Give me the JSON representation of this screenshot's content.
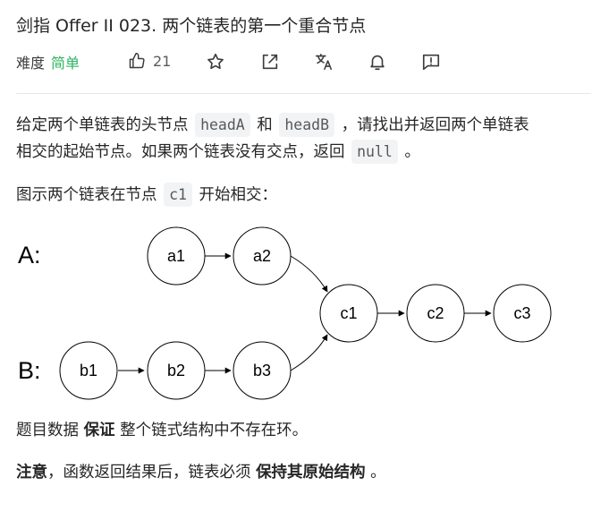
{
  "problem": {
    "title": "剑指 Offer II 023. 两个链表的第一个重合节点",
    "difficulty_label": "难度",
    "difficulty_value": "简单",
    "like_count": "21"
  },
  "toolbar": {
    "icons": [
      "thumbs-up-icon",
      "star-icon",
      "share-icon",
      "translate-icon",
      "bell-icon",
      "feedback-icon"
    ]
  },
  "description": {
    "p1_a": "给定两个单链表的头节点 ",
    "p1_code1": "headA",
    "p1_b": " 和 ",
    "p1_code2": "headB",
    "p1_c": " ，请找出并返回两个单链表",
    "p1_line2_a": "相交的起始节点。如果两个链表没有交点，返回 ",
    "p1_code3": "null",
    "p1_line2_b": " 。",
    "p2_a": "图示两个链表在节点 ",
    "p2_code": "c1",
    "p2_b": " 开始相交：",
    "p3_a": "题目数据 ",
    "p3_bold": "保证",
    "p3_b": " 整个链式结构中不存在环。",
    "p4_bold1": "注意",
    "p4_a": "，函数返回结果后，链表必须 ",
    "p4_bold2": "保持其原始结构",
    "p4_b": " 。"
  },
  "diagram": {
    "label_a": "A:",
    "label_b": "B:",
    "nodes_a": [
      "a1",
      "a2"
    ],
    "nodes_b": [
      "b1",
      "b2",
      "b3"
    ],
    "nodes_c": [
      "c1",
      "c2",
      "c3"
    ]
  }
}
